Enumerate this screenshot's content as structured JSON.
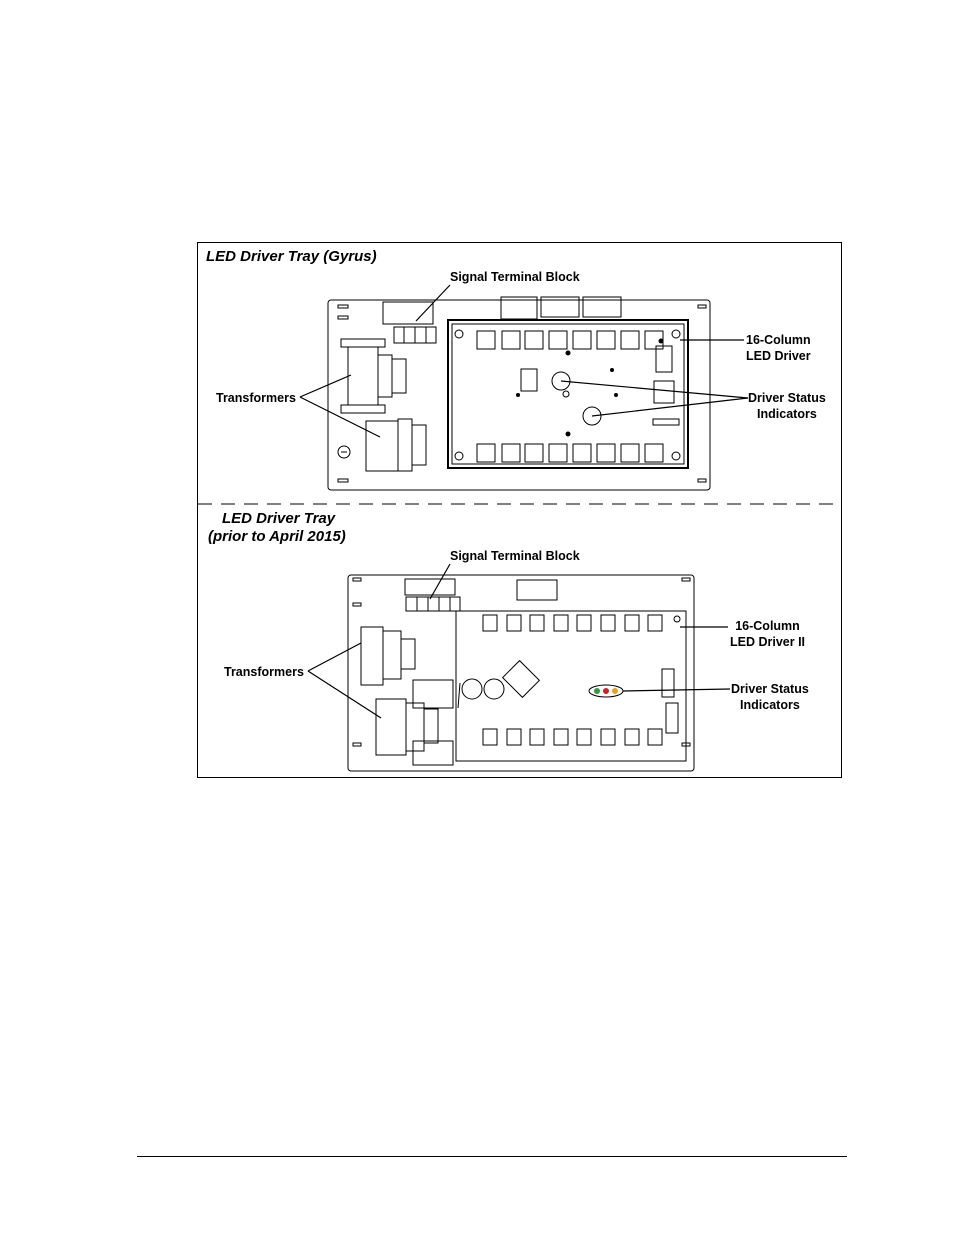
{
  "panels": {
    "top": {
      "title": "LED Driver Tray (Gyrus)",
      "labels": {
        "signal_block": "Signal Terminal Block",
        "transformers": "Transformers",
        "driver": "16-Column\nLED Driver",
        "status": "Driver Status\nIndicators"
      }
    },
    "bottom": {
      "title_line1": "LED Driver Tray",
      "title_line2": "(prior to April 2015)",
      "labels": {
        "signal_block": "Signal Terminal Block",
        "transformers": "Transformers",
        "driver": "16-Column\nLED Driver II",
        "status": "Driver Status\nIndicators"
      }
    }
  },
  "colors": {
    "line": "#000000",
    "led_green": "#2e9e3a",
    "led_red": "#d22020",
    "led_amber": "#e8a020"
  }
}
